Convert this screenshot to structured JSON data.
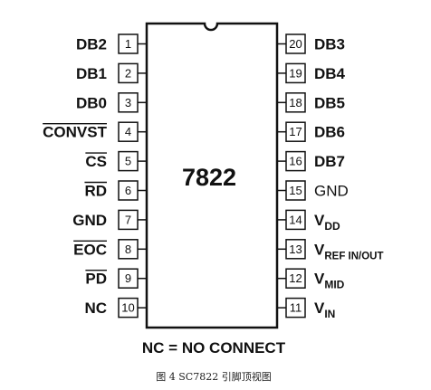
{
  "chip": {
    "part_number": "7822",
    "left_pins": [
      {
        "num": "1",
        "name": "DB2",
        "bar": false
      },
      {
        "num": "2",
        "name": "DB1",
        "bar": false
      },
      {
        "num": "3",
        "name": "DB0",
        "bar": false
      },
      {
        "num": "4",
        "name": "CONVST",
        "bar": true
      },
      {
        "num": "5",
        "name": "CS",
        "bar": true
      },
      {
        "num": "6",
        "name": "RD",
        "bar": true
      },
      {
        "num": "7",
        "name": "GND",
        "bar": false
      },
      {
        "num": "8",
        "name": "EOC",
        "bar": true
      },
      {
        "num": "9",
        "name": "PD",
        "bar": true
      },
      {
        "num": "10",
        "name": "NC",
        "bar": false
      }
    ],
    "right_pins": [
      {
        "num": "20",
        "name": "DB3",
        "sub": ""
      },
      {
        "num": "19",
        "name": "DB4",
        "sub": ""
      },
      {
        "num": "18",
        "name": "DB5",
        "sub": ""
      },
      {
        "num": "17",
        "name": "DB6",
        "sub": ""
      },
      {
        "num": "16",
        "name": "DB7",
        "sub": ""
      },
      {
        "num": "15",
        "name": "GND",
        "sub": ""
      },
      {
        "num": "14",
        "name": "V",
        "sub": "DD"
      },
      {
        "num": "13",
        "name": "V",
        "sub": "REF IN/OUT"
      },
      {
        "num": "12",
        "name": "V",
        "sub": "MID"
      },
      {
        "num": "11",
        "name": "V",
        "sub": "IN"
      }
    ]
  },
  "note": "NC = NO CONNECT",
  "caption": "图 4  SC7822 引脚顶视图"
}
